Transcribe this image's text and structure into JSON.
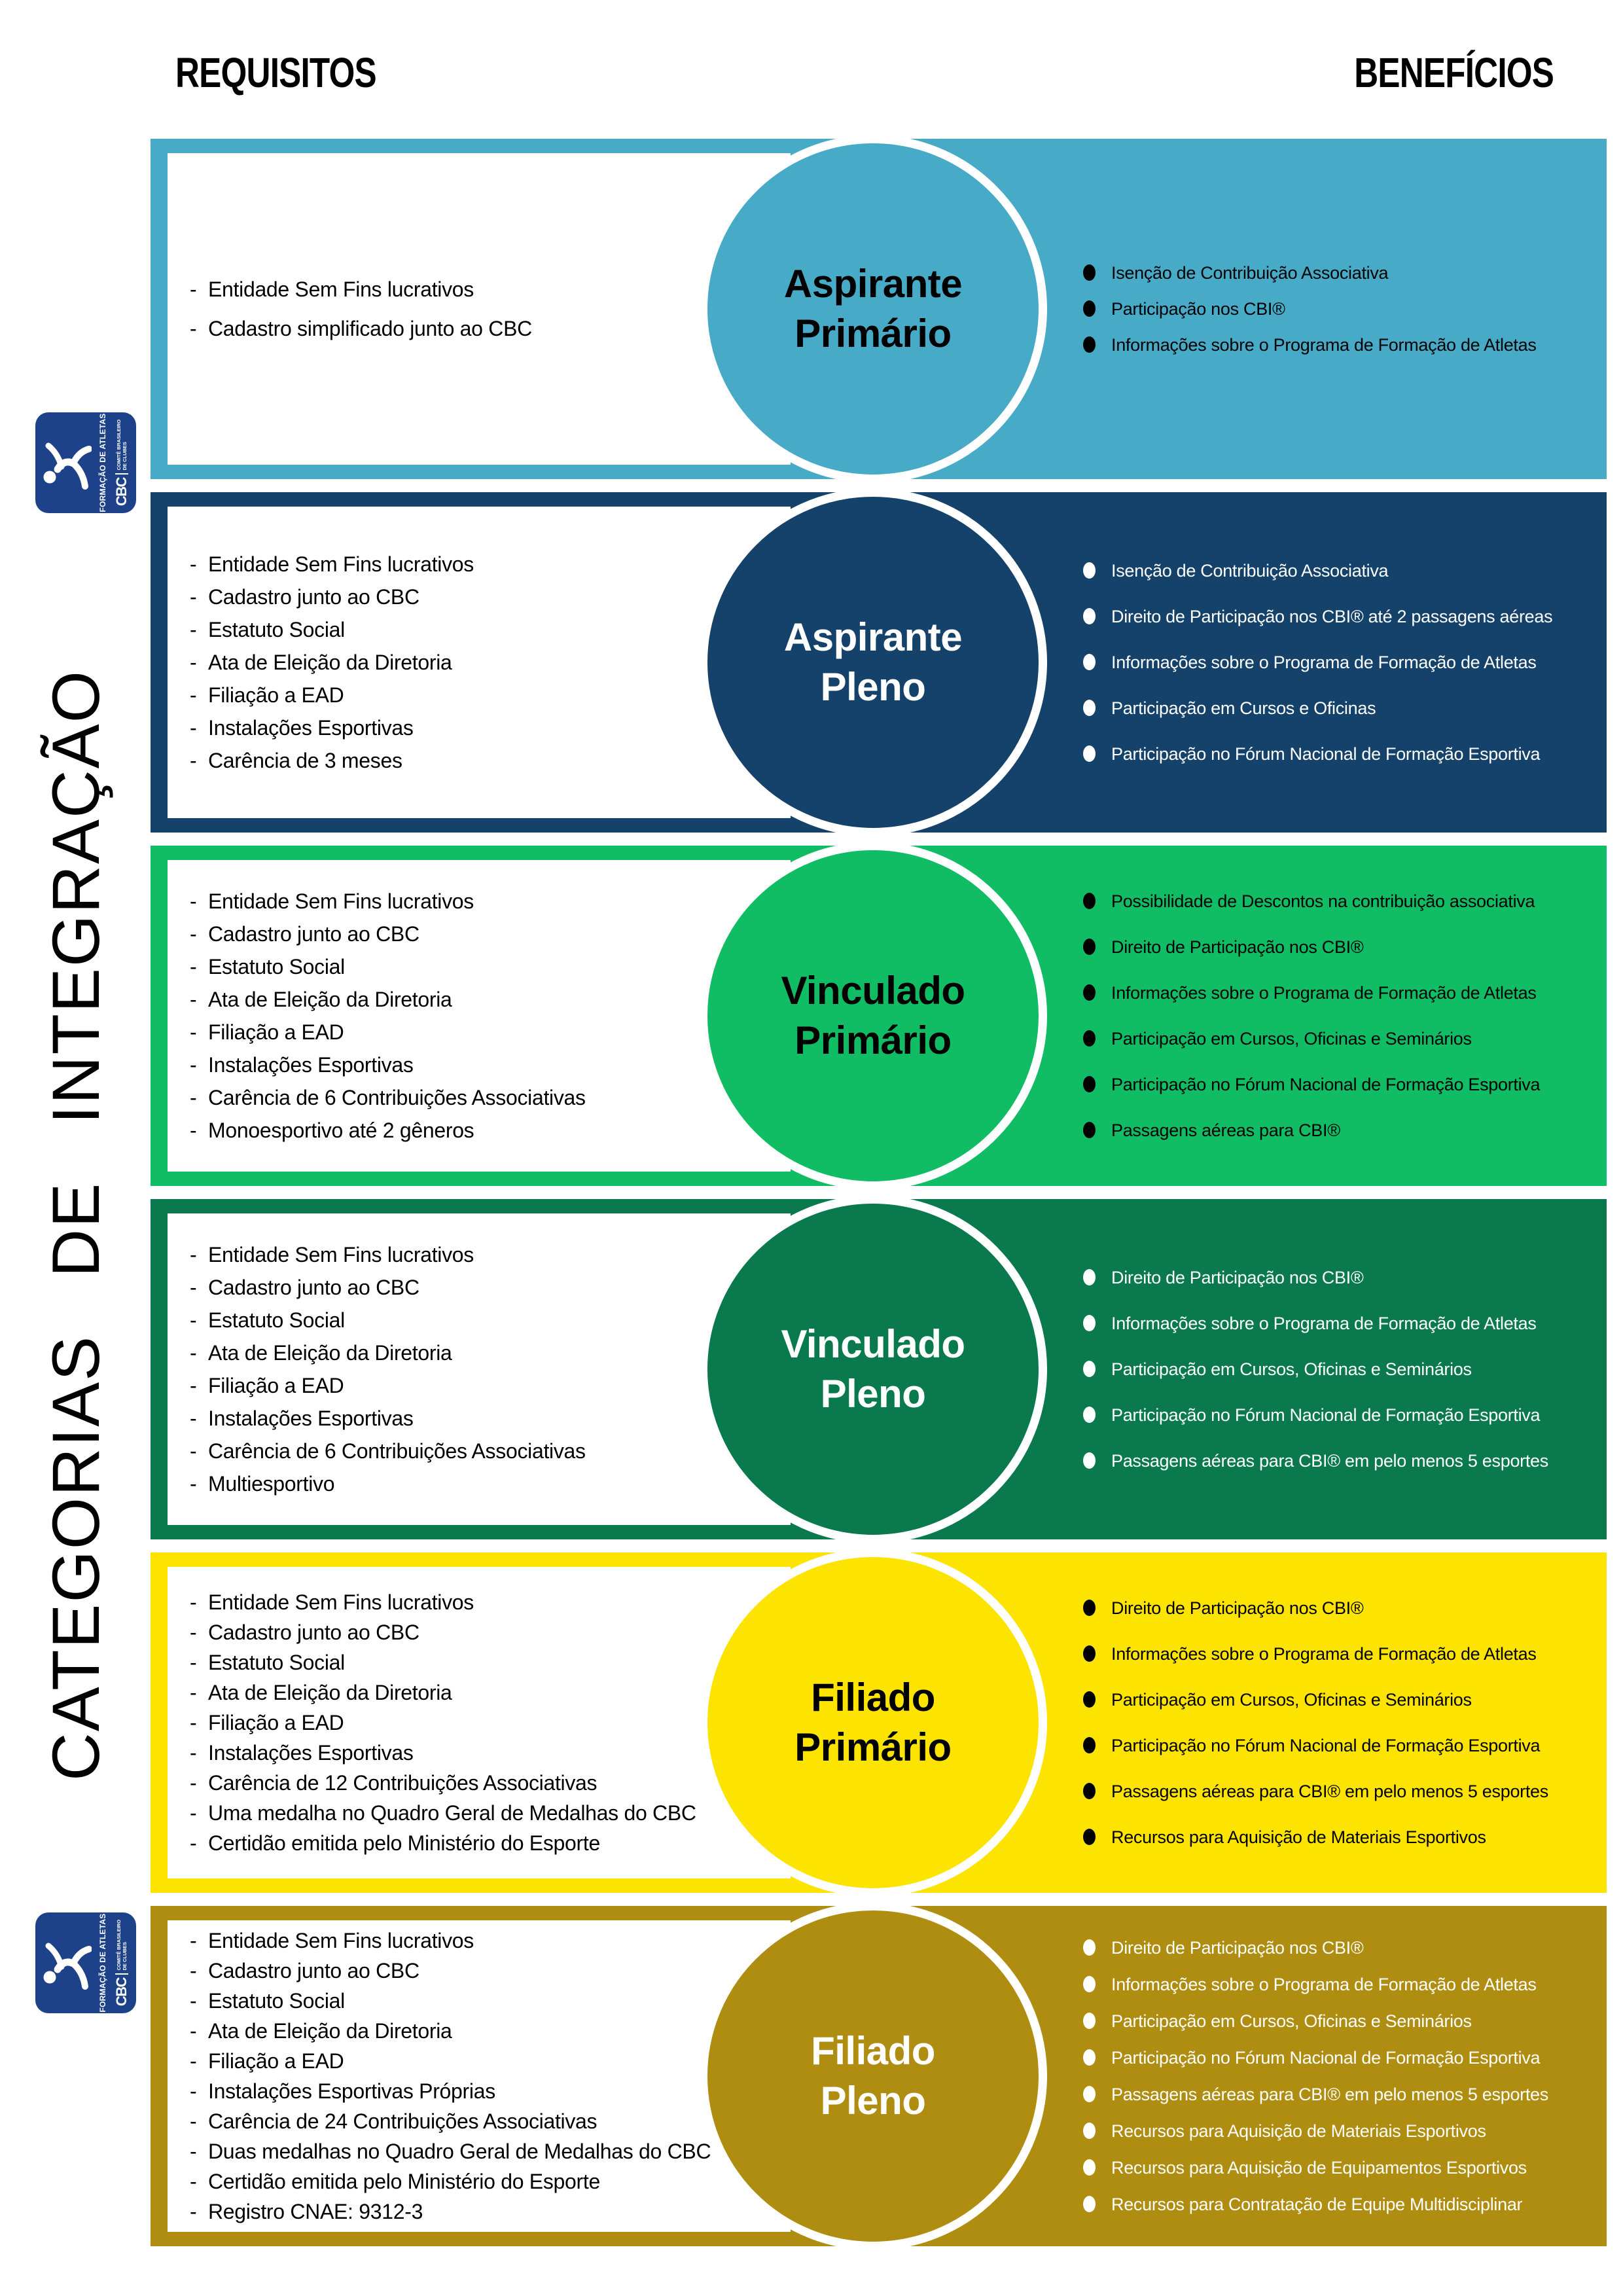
{
  "page": {
    "title_left": "REQUISITOS",
    "title_right": "BENEFÍCIOS",
    "sidebar_title": "CATEGORIAS DE INTEGRAÇÃO"
  },
  "logo": {
    "program": "FORMAÇÃO DE ATLETAS",
    "abbr": "CBC",
    "org_line1": "COMITÊ BRASILEIRO",
    "org_line2": "DE CLUBES",
    "color": "#1e4289"
  },
  "categories": [
    {
      "id": "aspirante-primario",
      "title_line1": "Aspirante",
      "title_line2": "Primário",
      "band_color": "#47abc8",
      "content_color": "#000000",
      "requirements": [
        "Entidade Sem Fins lucrativos",
        "Cadastro simplificado junto ao CBC"
      ],
      "benefits": [
        "Isenção de Contribuição Associativa",
        "Participação nos CBI®",
        "Informações sobre o Programa de Formação de Atletas"
      ]
    },
    {
      "id": "aspirante-pleno",
      "title_line1": "Aspirante",
      "title_line2": "Pleno",
      "band_color": "#15426a",
      "content_color": "#ffffff",
      "requirements": [
        "Entidade Sem Fins lucrativos",
        "Cadastro junto ao CBC",
        "Estatuto Social",
        "Ata de Eleição da Diretoria",
        "Filiação a EAD",
        "Instalações Esportivas",
        "Carência de 3 meses"
      ],
      "benefits": [
        "Isenção de Contribuição Associativa",
        "Direito de Participação nos CBI® até 2 passagens aéreas",
        "Informações sobre o Programa de Formação de Atletas",
        "Participação em Cursos e Oficinas",
        "Participação no Fórum Nacional de Formação Esportiva"
      ]
    },
    {
      "id": "vinculado-primario",
      "title_line1": "Vinculado",
      "title_line2": "Primário",
      "band_color": "#11bd64",
      "content_color": "#000000",
      "requirements": [
        "Entidade Sem Fins lucrativos",
        "Cadastro junto ao CBC",
        "Estatuto Social",
        "Ata de Eleição da Diretoria",
        "Filiação a EAD",
        "Instalações Esportivas",
        "Carência de 6 Contribuições Associativas",
        "Monoesportivo até 2 gêneros"
      ],
      "benefits": [
        "Possibilidade de Descontos na contribuição associativa",
        "Direito de Participação nos CBI®",
        "Informações sobre o Programa de Formação de Atletas",
        "Participação em Cursos, Oficinas e Seminários",
        "Participação no Fórum Nacional de Formação Esportiva",
        "Passagens aéreas para CBI®"
      ]
    },
    {
      "id": "vinculado-pleno",
      "title_line1": "Vinculado",
      "title_line2": "Pleno",
      "band_color": "#0a7a4e",
      "content_color": "#ffffff",
      "requirements": [
        "Entidade Sem Fins lucrativos",
        "Cadastro junto ao CBC",
        "Estatuto Social",
        "Ata de Eleição da Diretoria",
        "Filiação a EAD",
        "Instalações Esportivas",
        "Carência de 6 Contribuições Associativas",
        "Multiesportivo"
      ],
      "benefits": [
        "Direito de Participação nos CBI®",
        "Informações sobre o Programa de Formação de Atletas",
        "Participação em Cursos, Oficinas e Seminários",
        "Participação no Fórum Nacional de Formação Esportiva",
        "Passagens aéreas para CBI® em pelo menos 5 esportes"
      ]
    },
    {
      "id": "filiado-primario",
      "title_line1": "Filiado",
      "title_line2": "Primário",
      "band_color": "#fce400",
      "content_color": "#000000",
      "requirements": [
        "Entidade Sem Fins lucrativos",
        "Cadastro junto ao CBC",
        "Estatuto Social",
        "Ata de Eleição da Diretoria",
        "Filiação a EAD",
        "Instalações Esportivas",
        "Carência de 12 Contribuições Associativas",
        "Uma medalha no Quadro Geral de Medalhas do CBC",
        "Certidão emitida pelo Ministério do Esporte"
      ],
      "benefits": [
        "Direito de Participação nos CBI®",
        "Informações sobre o Programa de Formação de Atletas",
        "Participação em Cursos, Oficinas e Seminários",
        "Participação no Fórum Nacional de Formação Esportiva",
        "Passagens aéreas para CBI® em pelo menos 5 esportes",
        "Recursos para Aquisição de Materiais Esportivos"
      ]
    },
    {
      "id": "filiado-pleno",
      "title_line1": "Filiado",
      "title_line2": "Pleno",
      "band_color": "#af8d10",
      "content_color": "#ffffff",
      "requirements": [
        "Entidade Sem Fins lucrativos",
        "Cadastro junto ao CBC",
        "Estatuto Social",
        "Ata de Eleição da Diretoria",
        "Filiação a EAD",
        "Instalações Esportivas Próprias",
        "Carência de 24 Contribuições Associativas",
        "Duas medalhas no Quadro Geral de Medalhas do CBC",
        "Certidão emitida pelo Ministério do Esporte",
        "Registro CNAE: 9312-3"
      ],
      "benefits": [
        "Direito de Participação nos CBI®",
        "Informações sobre o Programa de Formação de Atletas",
        "Participação em Cursos, Oficinas e Seminários",
        "Participação no Fórum Nacional de Formação Esportiva",
        "Passagens aéreas para CBI® em pelo menos 5 esportes",
        "Recursos para Aquisição de Materiais Esportivos",
        "Recursos para Aquisição de Equipamentos Esportivos",
        "Recursos para Contratação de Equipe  Multidisciplinar"
      ]
    }
  ]
}
